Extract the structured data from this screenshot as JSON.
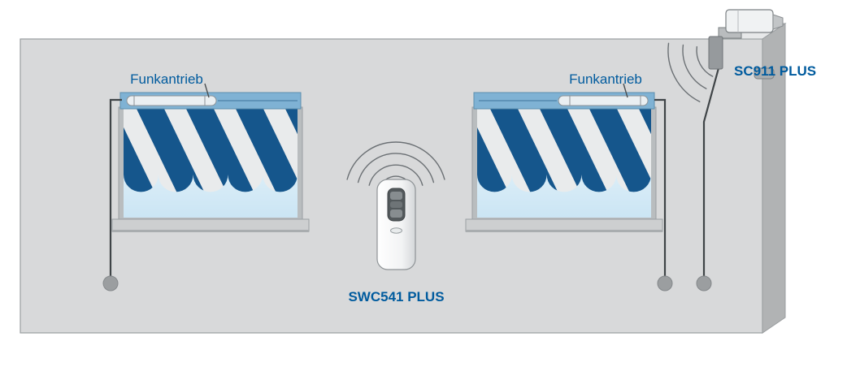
{
  "diagram": {
    "labels": {
      "left_drive": "Funkantrieb",
      "right_drive": "Funkantrieb",
      "remote_model": "SWC541 PLUS",
      "sensor_model": "SC911 PLUS"
    },
    "icons": {
      "remote_signal": "radio-waves-icon",
      "sensor_signal": "radio-waves-icon"
    },
    "colors": {
      "label_text": "#005B9E",
      "wall_face": "#D8D9DA",
      "wall_side": "#B1B3B4",
      "wall_top": "#E7E8E9",
      "awning_stripe_dark": "#15568C",
      "awning_stripe_light": "#E9EBEC",
      "cassette": "#7FB2D4",
      "wire": "#3F4447",
      "wave": "#6B7074",
      "dot": "#9B9EA0",
      "sill": "#CDCFD0"
    }
  }
}
